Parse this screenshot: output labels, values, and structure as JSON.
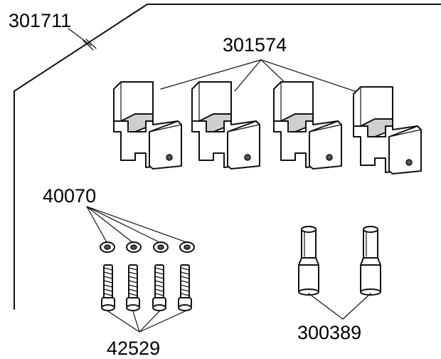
{
  "parts": {
    "frame_plate": {
      "number": "301711"
    },
    "blocks": {
      "number": "301574",
      "count": 4
    },
    "washers": {
      "number": "40070",
      "count": 4
    },
    "screws": {
      "number": "42529",
      "count": 4
    },
    "pins": {
      "number": "300389",
      "count": 2
    }
  }
}
